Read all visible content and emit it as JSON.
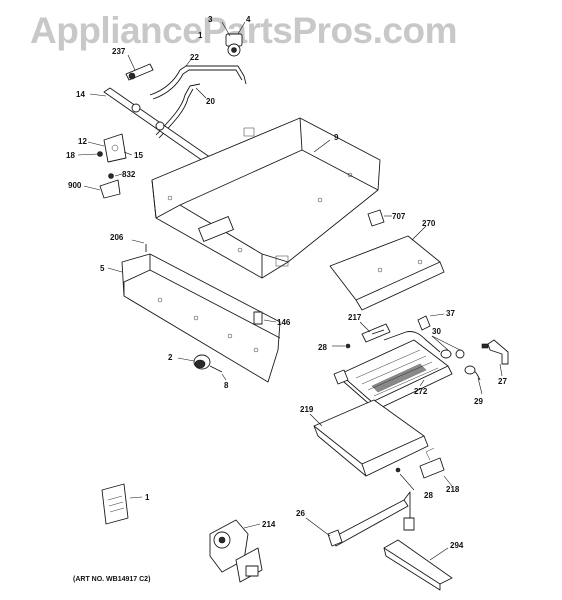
{
  "watermark": "AppliancePartsPros.com",
  "art_number": "(ART NO. WB14917 C2)",
  "callouts": [
    {
      "id": "c3",
      "label": "3"
    },
    {
      "id": "c4",
      "label": "4"
    },
    {
      "id": "c1",
      "label": "1"
    },
    {
      "id": "c237",
      "label": "237"
    },
    {
      "id": "c22",
      "label": "22"
    },
    {
      "id": "c20",
      "label": "20"
    },
    {
      "id": "c14",
      "label": "14"
    },
    {
      "id": "c9",
      "label": "9"
    },
    {
      "id": "c12",
      "label": "12"
    },
    {
      "id": "c18",
      "label": "18"
    },
    {
      "id": "c15",
      "label": "15"
    },
    {
      "id": "c832",
      "label": "832"
    },
    {
      "id": "c900",
      "label": "900"
    },
    {
      "id": "c707",
      "label": "707"
    },
    {
      "id": "c270",
      "label": "270"
    },
    {
      "id": "c206",
      "label": "206"
    },
    {
      "id": "c5",
      "label": "5"
    },
    {
      "id": "c146",
      "label": "146"
    },
    {
      "id": "c37",
      "label": "37"
    },
    {
      "id": "c217",
      "label": "217"
    },
    {
      "id": "c30",
      "label": "30"
    },
    {
      "id": "c28a",
      "label": "28"
    },
    {
      "id": "c2",
      "label": "2"
    },
    {
      "id": "c8",
      "label": "8"
    },
    {
      "id": "c272",
      "label": "272"
    },
    {
      "id": "c27",
      "label": "27"
    },
    {
      "id": "c29",
      "label": "29"
    },
    {
      "id": "c219",
      "label": "219"
    },
    {
      "id": "c218",
      "label": "218"
    },
    {
      "id": "c28b",
      "label": "28"
    },
    {
      "id": "c1b",
      "label": "1"
    },
    {
      "id": "c214",
      "label": "214"
    },
    {
      "id": "c26",
      "label": "26"
    },
    {
      "id": "c294",
      "label": "294"
    }
  ]
}
